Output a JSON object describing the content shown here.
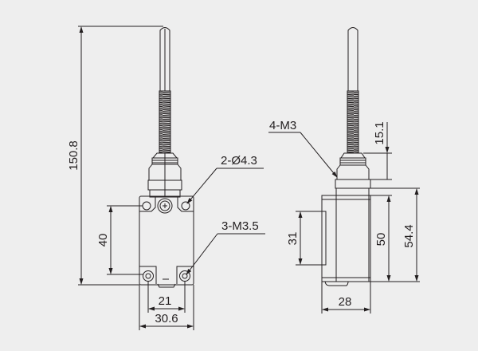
{
  "front_view": {
    "height_total": "150.8",
    "hole_spacing_vertical": "40",
    "hole_spacing_horizontal": "21",
    "body_width": "30.6",
    "callout_holes": "2-Ø4.3",
    "callout_screws": "3-M3.5"
  },
  "side_view": {
    "callout_thread": "4-M3",
    "actuator_head_height": "15.1",
    "bracket_height": "31",
    "body_height": "50",
    "body_height_total": "54.4",
    "body_depth": "28"
  },
  "colors": {
    "line": "#231f20",
    "background": "#eeeeee"
  }
}
